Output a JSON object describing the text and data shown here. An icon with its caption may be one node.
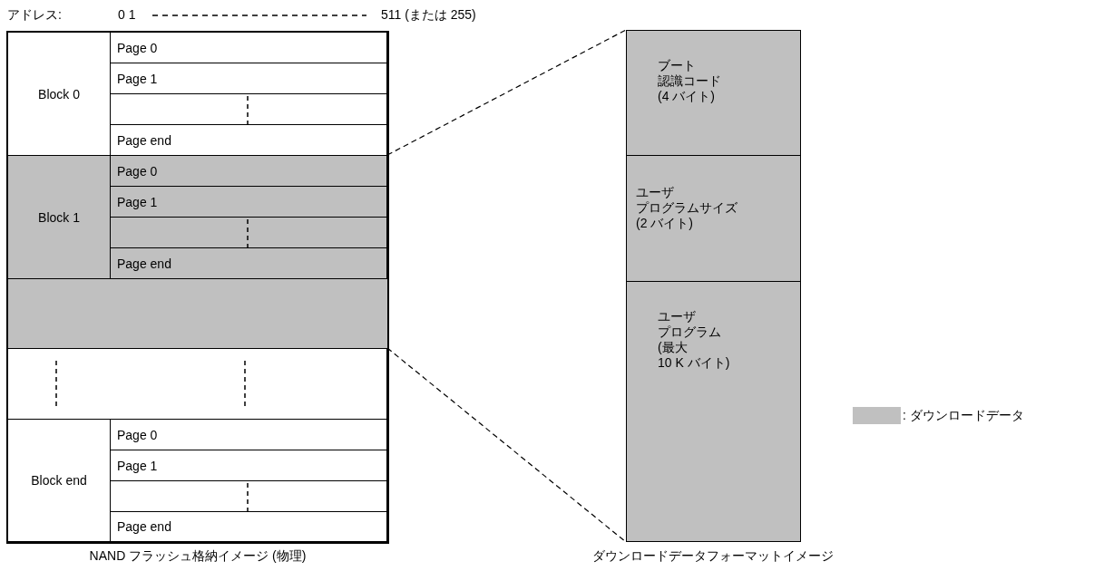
{
  "diagram": {
    "nodes": [
      {
        "text": [
          "Block 0"
        ]
      },
      {
        "text": [
          "Page 0"
        ]
      },
      {
        "text": [
          "Page 1"
        ]
      },
      {
        "text": [],
        "shape": "box"
      },
      {
        "text": [
          "Page end"
        ]
      },
      {
        "text": [
          "Block 1"
        ]
      },
      {
        "text": [
          "Page 0"
        ]
      },
      {
        "text": [
          "Page 1"
        ]
      },
      {
        "text": [],
        "shape": "box"
      },
      {
        "text": [
          "Page end"
        ]
      },
      {
        "text": [],
        "shape": "bar"
      },
      {
        "text": [],
        "shape": "box"
      },
      {
        "text": [
          "Block end"
        ]
      },
      {
        "text": [
          "Page 0"
        ]
      },
      {
        "text": [
          "Page 1"
        ]
      },
      {
        "text": [],
        "shape": "box"
      },
      {
        "text": [
          "Page end"
        ]
      },
      {
        "text": [
          "ブート認識コード(4 バイト)"
        ]
      },
      {
        "text": [
          "ユーザプログラムサイズ(2 バイト)"
        ]
      },
      {
        "text": [
          "ユーザプログラム(最大10 K バイト)"
        ]
      }
    ],
    "edges": [
      {
        "from": 6,
        "to": 17,
        "arrow": "none",
        "style": "dashed"
      },
      {
        "from": 10,
        "to": 19,
        "arrow": "none",
        "style": "dashed"
      }
    ],
    "labels": [
      "アドレス:",
      "0 1",
      "511 (または 255)",
      "NAND フラッシュ格納イメージ (物理)",
      "ダウンロードデータフォーマットイメージ"
    ],
    "legend": [
      {
        "text": ": ダウンロードデータ",
        "color": "#c0c0c0"
      }
    ]
  }
}
